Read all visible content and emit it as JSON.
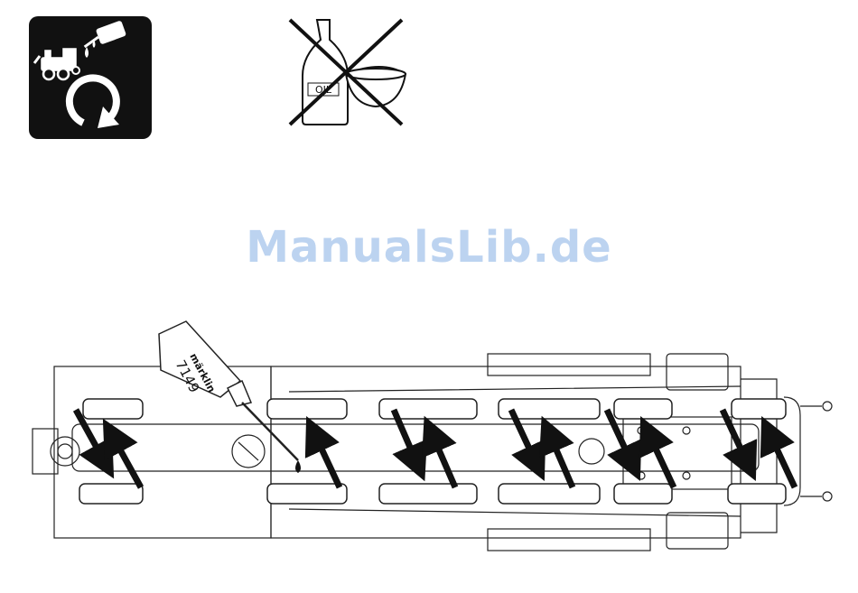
{
  "maintenance_icon": {
    "name": "locomotive-lubrication-icon"
  },
  "no_oil_icon": {
    "bottle_label": "OIL"
  },
  "watermark": {
    "text": "ManualsLib.de"
  },
  "diagram": {
    "oiler_label_brand": "märklin",
    "oiler_label_number": "7149"
  }
}
